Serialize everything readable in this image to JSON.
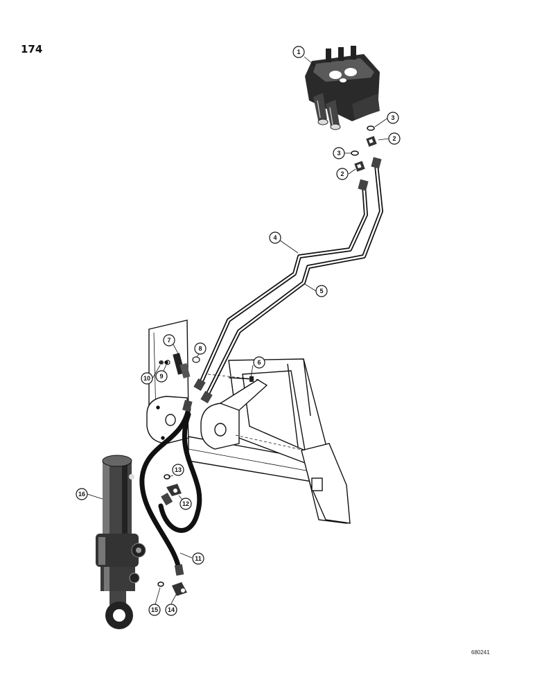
{
  "page_number": "174",
  "figure_code": "680241",
  "callouts": [
    "1",
    "2",
    "3",
    "2",
    "3",
    "4",
    "5",
    "6",
    "7",
    "8",
    "9",
    "10",
    "11",
    "12",
    "13",
    "14",
    "15",
    "16"
  ]
}
